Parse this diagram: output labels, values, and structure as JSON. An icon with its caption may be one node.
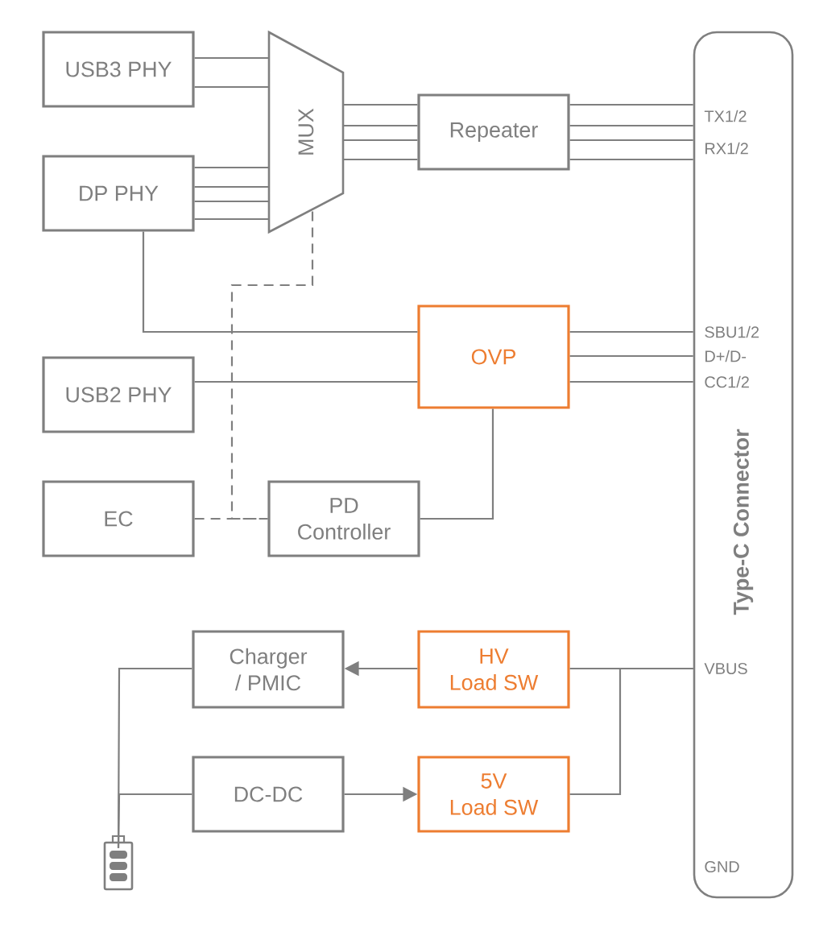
{
  "diagram": {
    "nodes": [
      {
        "text": [
          "USB3 PHY"
        ]
      },
      {
        "text": [
          "DP PHY"
        ]
      },
      {
        "text": [
          "MUX"
        ]
      },
      {
        "text": [
          "Repeater"
        ]
      },
      {
        "text": [
          "OVP"
        ]
      },
      {
        "text": [
          "USB2 PHY"
        ]
      },
      {
        "text": [
          "EC"
        ]
      },
      {
        "text": [
          "PD Controller"
        ]
      },
      {
        "text": [
          "Type-C Connector"
        ]
      },
      {
        "text": [
          "Charger / PMIC"
        ]
      },
      {
        "text": [
          "HV Load SW"
        ]
      },
      {
        "text": [
          "DC-DC"
        ]
      },
      {
        "text": [
          "5V Load SW"
        ]
      },
      {
        "text": [],
        "shape": "battery"
      }
    ],
    "edges": [
      {
        "from": 0,
        "to": 2,
        "arrow": "none"
      },
      {
        "from": 0,
        "to": 2,
        "arrow": "none"
      },
      {
        "from": 1,
        "to": 2,
        "arrow": "none"
      },
      {
        "from": 1,
        "to": 2,
        "arrow": "none"
      },
      {
        "from": 1,
        "to": 2,
        "arrow": "none"
      },
      {
        "from": 1,
        "to": 2,
        "arrow": "none"
      },
      {
        "from": 2,
        "to": 3,
        "arrow": "none"
      },
      {
        "from": 2,
        "to": 3,
        "arrow": "none"
      },
      {
        "from": 2,
        "to": 3,
        "arrow": "none"
      },
      {
        "from": 2,
        "to": 3,
        "arrow": "none"
      },
      {
        "from": 3,
        "to": 8,
        "arrow": "none"
      },
      {
        "from": 3,
        "to": 8,
        "arrow": "none"
      },
      {
        "from": 3,
        "to": 8,
        "arrow": "none"
      },
      {
        "from": 3,
        "to": 8,
        "arrow": "none"
      },
      {
        "from": 1,
        "to": 4,
        "arrow": "none"
      },
      {
        "from": 5,
        "to": 4,
        "arrow": "none"
      },
      {
        "from": 4,
        "to": 8,
        "arrow": "none"
      },
      {
        "from": 4,
        "to": 8,
        "arrow": "none"
      },
      {
        "from": 4,
        "to": 8,
        "arrow": "none"
      },
      {
        "from": 2,
        "to": 7,
        "arrow": "none",
        "style": "dashed"
      },
      {
        "from": 6,
        "to": 7,
        "arrow": "none",
        "style": "dashed"
      },
      {
        "from": 7,
        "to": 4,
        "arrow": "none"
      },
      {
        "from": 8,
        "to": 10,
        "arrow": "none"
      },
      {
        "from": 8,
        "to": 12,
        "arrow": "none"
      },
      {
        "from": 10,
        "to": 9,
        "arrow": "to"
      },
      {
        "from": 11,
        "to": 12,
        "arrow": "to"
      },
      {
        "from": 13,
        "to": 9,
        "arrow": "none"
      },
      {
        "from": 13,
        "to": 11,
        "arrow": "none"
      }
    ],
    "labels": [
      "TX1/2",
      "RX1/2",
      "SBU1/2",
      "D+/D-",
      "CC1/2",
      "VBUS",
      "GND"
    ]
  }
}
